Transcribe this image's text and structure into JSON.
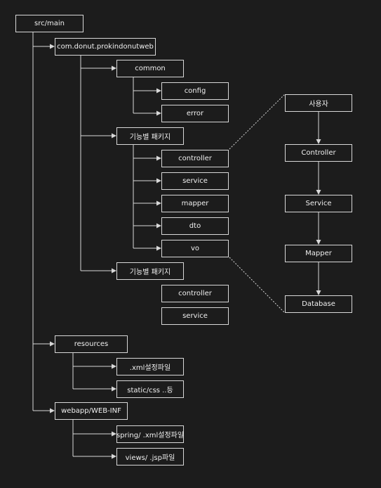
{
  "colors": {
    "background": "#1c1c1c",
    "line": "#d8d8d8",
    "text": "#f0f0f0"
  },
  "tree": {
    "root": "src/main",
    "package": "com.donut.prokindonutweb",
    "common": "common",
    "config": "config",
    "error": "error",
    "feature_pkg_1": "기능별 패키지",
    "controller_1": "controller",
    "service_1": "service",
    "mapper_1": "mapper",
    "dto_1": "dto",
    "vo_1": "vo",
    "feature_pkg_2": "기능별 패키지",
    "controller_2": "controller",
    "service_2": "service",
    "resources": "resources",
    "xml_settings": ".xml설정파일",
    "static_css": "static/css ..등",
    "webapp": "webapp/WEB-INF",
    "spring_xml": "spring/ .xml설정파일",
    "views_jsp": "views/ .jsp파일"
  },
  "flow": {
    "user": "사용자",
    "controller": "Controller",
    "service": "Service",
    "mapper": "Mapper",
    "database": "Database"
  }
}
